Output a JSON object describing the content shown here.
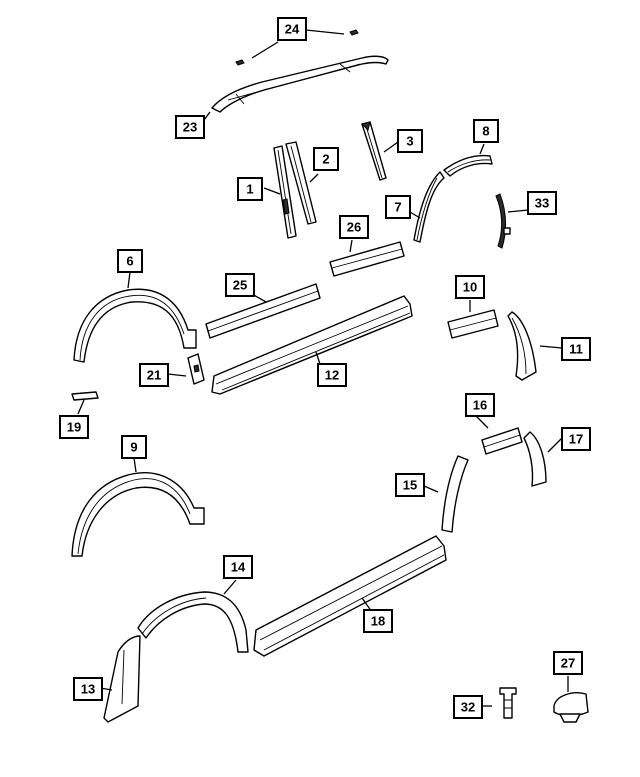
{
  "diagram": {
    "callouts": [
      {
        "id": "c1",
        "label": "1"
      },
      {
        "id": "c2",
        "label": "2"
      },
      {
        "id": "c3",
        "label": "3"
      },
      {
        "id": "c6",
        "label": "6"
      },
      {
        "id": "c7",
        "label": "7"
      },
      {
        "id": "c8",
        "label": "8"
      },
      {
        "id": "c9",
        "label": "9"
      },
      {
        "id": "c10",
        "label": "10"
      },
      {
        "id": "c11",
        "label": "11"
      },
      {
        "id": "c12",
        "label": "12"
      },
      {
        "id": "c13",
        "label": "13"
      },
      {
        "id": "c14",
        "label": "14"
      },
      {
        "id": "c15",
        "label": "15"
      },
      {
        "id": "c16",
        "label": "16"
      },
      {
        "id": "c17",
        "label": "17"
      },
      {
        "id": "c18",
        "label": "18"
      },
      {
        "id": "c19",
        "label": "19"
      },
      {
        "id": "c21",
        "label": "21"
      },
      {
        "id": "c23",
        "label": "23"
      },
      {
        "id": "c24",
        "label": "24"
      },
      {
        "id": "c25",
        "label": "25"
      },
      {
        "id": "c26",
        "label": "26"
      },
      {
        "id": "c27",
        "label": "27"
      },
      {
        "id": "c32",
        "label": "32"
      },
      {
        "id": "c33",
        "label": "33"
      }
    ]
  }
}
